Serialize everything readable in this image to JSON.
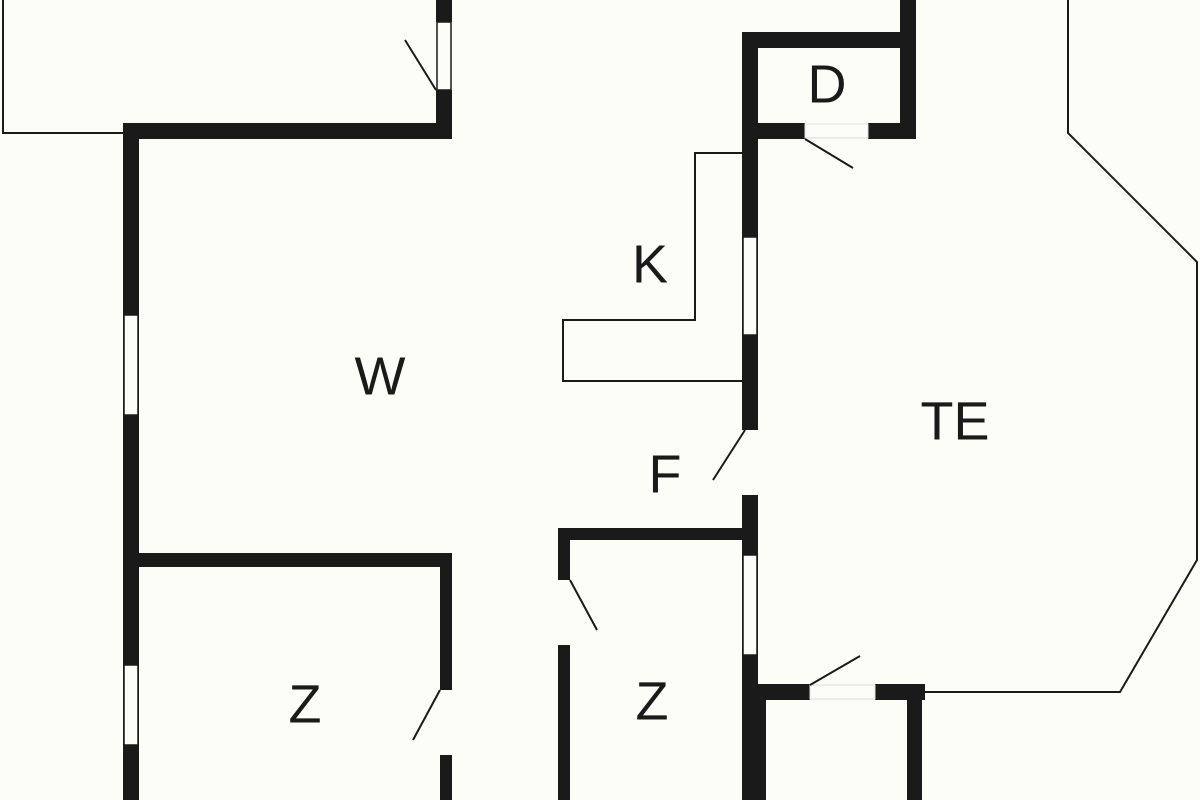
{
  "rooms": {
    "d": "D",
    "k": "K",
    "w": "W",
    "te": "TE",
    "f": "F",
    "z1": "Z",
    "z2": "Z"
  },
  "colors": {
    "wall": "#1a1a1a",
    "background": "#fdfdf8"
  }
}
